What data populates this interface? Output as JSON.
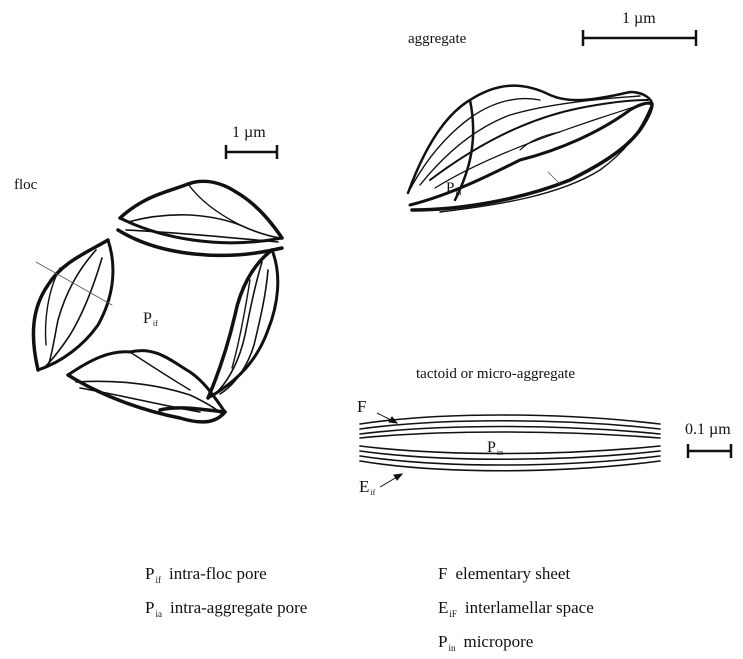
{
  "labels": {
    "floc": "floc",
    "aggregate": "aggregate",
    "tactoid": "tactoid or micro-aggregate",
    "scale_floc": "1 µm",
    "scale_aggregate": "1 µm",
    "scale_tactoid": "0.1 µm",
    "F": "F",
    "E": "E",
    "E_sub": "if",
    "P_if_main": "P",
    "P_if_sub": "if",
    "P_ia_main": "P",
    "P_ia_sub": "ia",
    "P_in_main": "P",
    "P_in_sub": "in"
  },
  "legend": [
    {
      "sym": "P",
      "sub": "if",
      "text": "intra-floc pore"
    },
    {
      "sym": "P",
      "sub": "ia",
      "text": "intra-aggregate pore"
    },
    {
      "sym": "F",
      "sub": "",
      "text": "elementary sheet"
    },
    {
      "sym": "E",
      "sub": "iF",
      "text": "interlamellar space"
    },
    {
      "sym": "P",
      "sub": "in",
      "text": "micropore"
    }
  ]
}
